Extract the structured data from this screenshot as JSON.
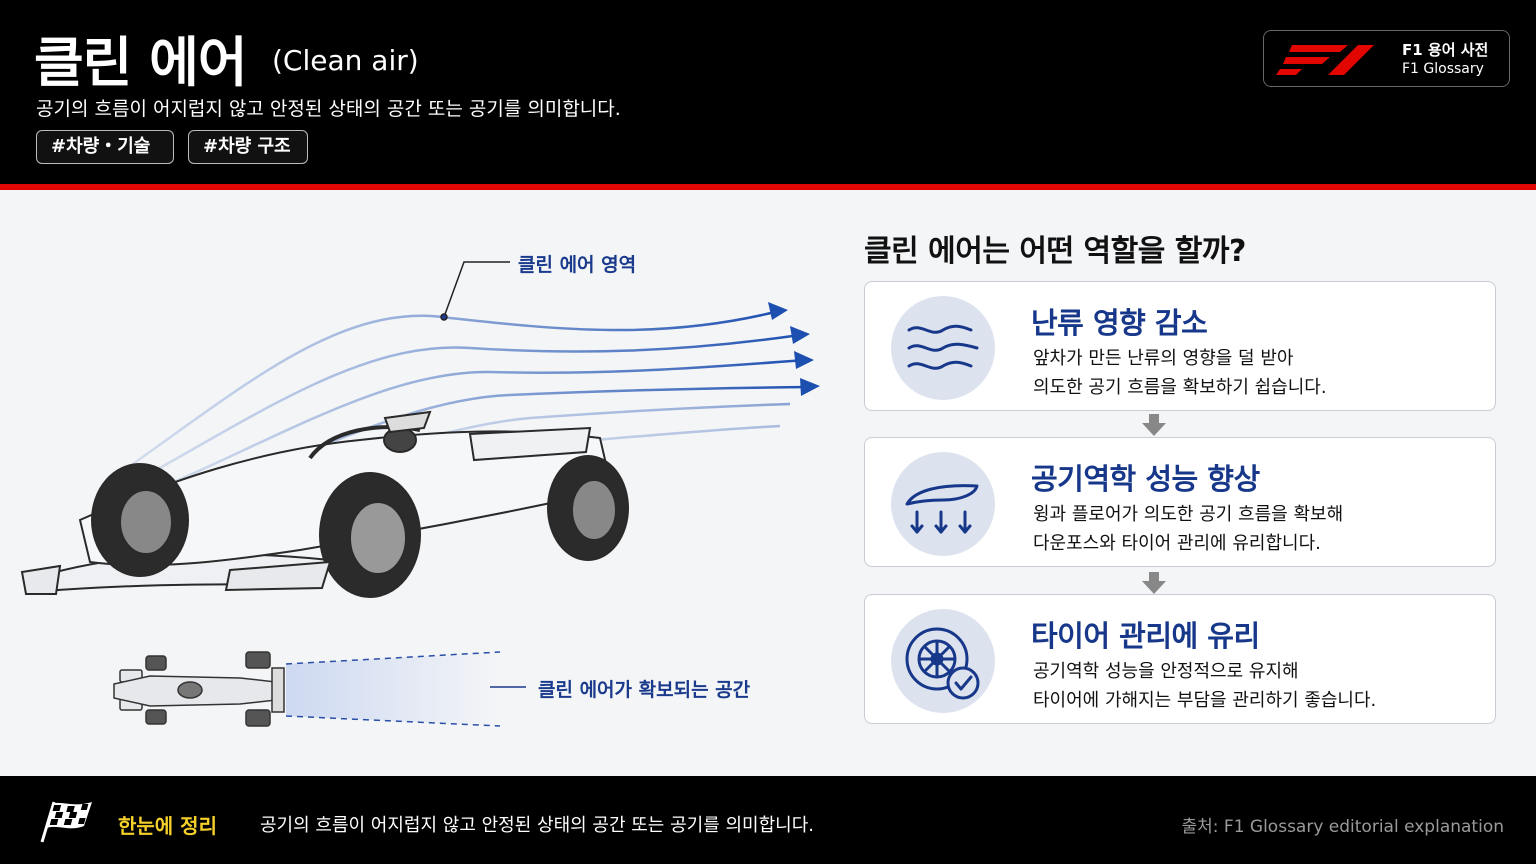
{
  "header": {
    "title_ko": "클린 에어",
    "title_en": "(Clean air)",
    "subtitle": "공기의 흐름이 어지럽지 않고 안정된 상태의 공간 또는 공기를 의미합니다.",
    "tags": [
      "#차량・기술",
      "#차량 구조"
    ],
    "logo_line1": "F1 용어 사전",
    "logo_line2": "F1 Glossary"
  },
  "illustration": {
    "label_clean_air_zone": "클린 에어 영역",
    "label_clean_air_space": "클린 에어가 확보되는 공간"
  },
  "panel": {
    "question": "클린 에어는 어떤 역할을 할까?",
    "cards": [
      {
        "title": "난류 영향 감소",
        "desc1": "앞차가 만든 난류의 영향을 덜 받아",
        "desc2": "의도한 공기 흐름을 확보하기 쉽습니다.",
        "icon": "wind-waves-icon"
      },
      {
        "title": "공기역학 성능 향상",
        "desc1": "윙과 플로어가 의도한 공기 흐름을 확보해",
        "desc2": "다운포스와 타이어 관리에 유리합니다.",
        "icon": "wing-downforce-icon"
      },
      {
        "title": "타이어 관리에 유리",
        "desc1": "공기역학 성능을 안정적으로 유지해",
        "desc2": "타이어에 가해지는 부담을 관리하기 좋습니다.",
        "icon": "tire-check-icon"
      }
    ]
  },
  "footer": {
    "summary_label": "한눈에 정리",
    "summary_text": "공기의 흐름이 어지럽지 않고 안정된 상태의 공간 또는 공기를 의미합니다.",
    "source": "출처: F1 Glossary editorial explanation"
  },
  "colors": {
    "accent_red": "#e10600",
    "title_blue": "#17388a",
    "highlight_yellow": "#f5d02a"
  }
}
